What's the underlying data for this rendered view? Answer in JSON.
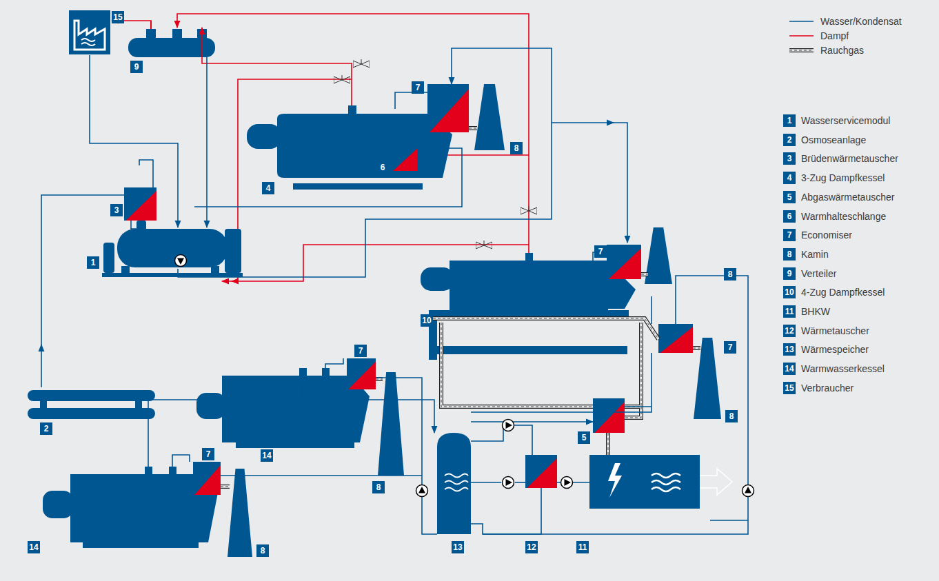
{
  "diagram": {
    "labels": [
      "15",
      "9",
      "7",
      "8",
      "6",
      "4",
      "3",
      "1",
      "2",
      "7",
      "8",
      "10",
      "7",
      "8",
      "7",
      "14",
      "8",
      "7",
      "14",
      "8",
      "5",
      "13",
      "12",
      "11",
      "1",
      "Wasserservicemodul",
      "2",
      "Osmoseanlage",
      "3",
      "Brüdenwärmetauscher",
      "4",
      "3-Zug Dampfkessel",
      "5",
      "Abgaswärmetauscher",
      "6",
      "Warmhalteschlange",
      "7",
      "Economiser",
      "8",
      "Kamin",
      "9",
      "Verteiler",
      "10",
      "4-Zug Dampfkessel",
      "11",
      "BHKW",
      "12",
      "Wärmetauscher",
      "13",
      "Wärmespeicher",
      "14",
      "Warmwasserkessel",
      "15",
      "Verbraucher"
    ],
    "legend": [
      {
        "text": "Wasser/Kondensat"
      },
      {
        "text": "Dampf"
      },
      {
        "text": "Rauchgas"
      }
    ]
  }
}
